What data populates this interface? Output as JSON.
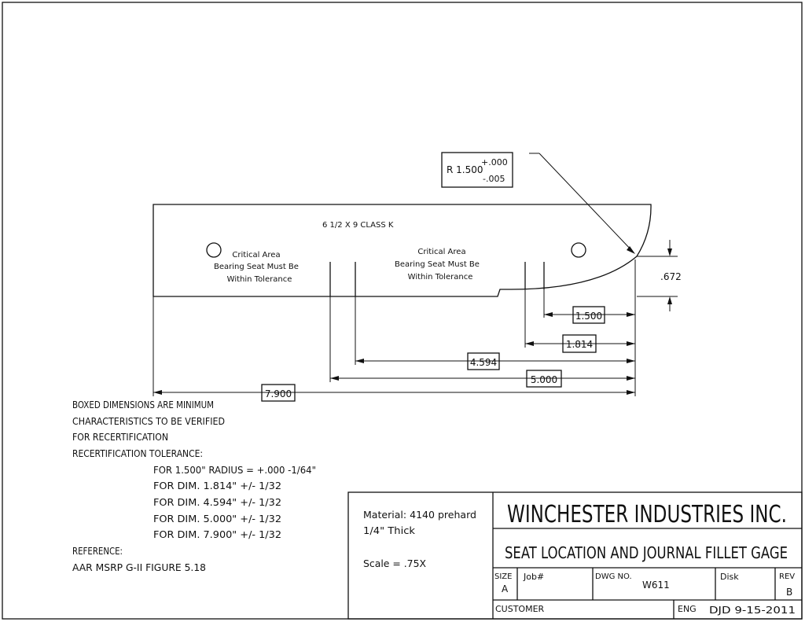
{
  "part": {
    "label": "6 1/2 X 9  CLASS K",
    "critical_area_left": [
      "Critical Area",
      "Bearing Seat Must Be",
      "Within Tolerance"
    ],
    "critical_area_right": [
      "Critical Area",
      "Bearing Seat Must Be",
      "Within Tolerance"
    ]
  },
  "callouts": {
    "radius_prefix": "R 1.500",
    "radius_plus": "+.000",
    "radius_minus": "-.005",
    "height": ".672"
  },
  "dimensions": {
    "d1": "1.500",
    "d2": "1.814",
    "d3": "4.594",
    "d4": "5.000",
    "d5": "7.900"
  },
  "notes": [
    "BOXED DIMENSIONS ARE MINIMUM",
    "CHARACTERISTICS TO BE VERIFIED",
    "FOR RECERTIFICATION",
    "RECERTIFICATION TOLERANCE:"
  ],
  "tolerances": [
    "FOR 1.500\" RADIUS = +.000 -1/64\"",
    "FOR DIM. 1.814\"  +/- 1/32",
    "FOR DIM. 4.594\"  +/- 1/32",
    "FOR DIM. 5.000\"  +/- 1/32",
    "FOR DIM. 7.900\"  +/- 1/32"
  ],
  "reference": {
    "heading": "REFERENCE:",
    "text": "AAR  MSRP G-II FIGURE 5.18"
  },
  "title_block": {
    "material_line1": "Material: 4140 prehard",
    "material_line2": "1/4\" Thick",
    "scale": "Scale = .75X",
    "company": "WINCHESTER INDUSTRIES INC.",
    "title": "SEAT LOCATION AND JOURNAL FILLET GAGE",
    "size_label": "SIZE",
    "size_value": "A",
    "job_label": "Job#",
    "dwg_label": "DWG NO.",
    "dwg_value": "W611",
    "disk_label": "Disk",
    "rev_label": "REV",
    "rev_value": "B",
    "customer_label": "CUSTOMER",
    "eng_label": "ENG",
    "eng_value": "DJD 9-15-2011"
  }
}
